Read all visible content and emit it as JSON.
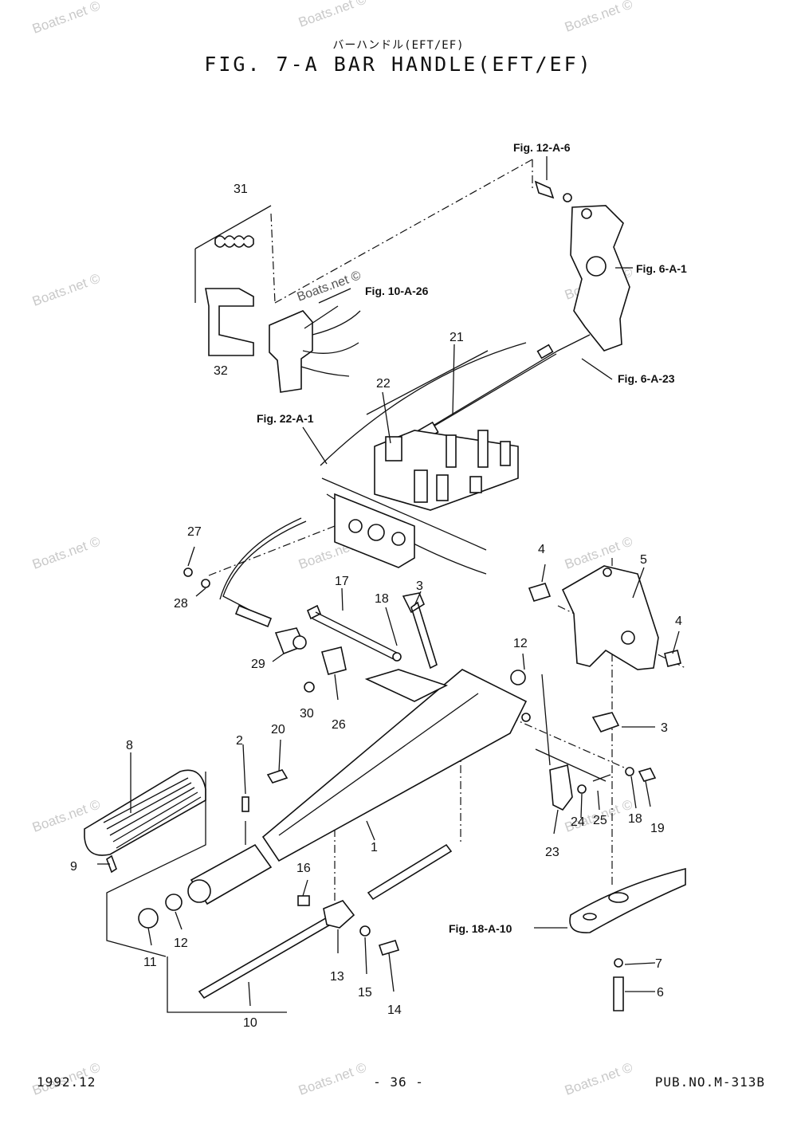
{
  "header": {
    "title_jp": "バーハンドル(EFT/EF)",
    "title": "FIG.  7-A BAR HANDLE(EFT/EF)"
  },
  "footer": {
    "date": "1992.12",
    "page": "- 36 -",
    "pub_no": "PUB.NO.M-313B"
  },
  "watermark": "Boats.net ©",
  "watermark_inline": "Boats.net ©",
  "figure_refs": {
    "fig_12_a_6": "Fig. 12-A-6",
    "fig_6_a_1": "Fig. 6-A-1",
    "fig_10_a_26": "Fig. 10-A-26",
    "fig_6_a_23": "Fig. 6-A-23",
    "fig_22_a_1": "Fig. 22-A-1",
    "fig_18_a_10": "Fig. 18-A-10"
  },
  "part_numbers": {
    "p1": "1",
    "p2": "2",
    "p3a": "3",
    "p3b": "3",
    "p4a": "4",
    "p4b": "4",
    "p5": "5",
    "p6": "6",
    "p7": "7",
    "p8": "8",
    "p9": "9",
    "p10": "10",
    "p11": "11",
    "p12a": "12",
    "p12b": "12",
    "p13": "13",
    "p14": "14",
    "p15": "15",
    "p16": "16",
    "p17": "17",
    "p18a": "18",
    "p18b": "18",
    "p19": "19",
    "p20": "20",
    "p21": "21",
    "p22": "22",
    "p23": "23",
    "p24": "24",
    "p25": "25",
    "p26": "26",
    "p27": "27",
    "p28": "28",
    "p29": "29",
    "p30": "30",
    "p31": "31",
    "p32": "32"
  }
}
